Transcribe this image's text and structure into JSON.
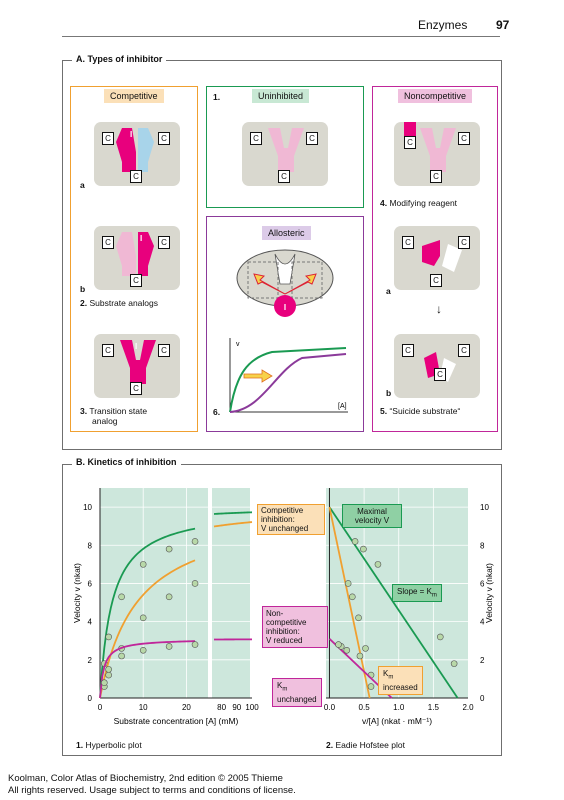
{
  "header": {
    "section": "Enzymes",
    "page": "97"
  },
  "section_a": {
    "title": "A. Types of inhibitor",
    "competitive": {
      "title": "Competitive",
      "a": "a",
      "b": "b",
      "substrate_analogs_num": "2.",
      "substrate_analogs": "Substrate analogs",
      "transition_num": "3.",
      "transition_line1": "Transition state",
      "transition_line2": "analog"
    },
    "uninhibited": {
      "num": "1.",
      "title": "Uninhibited"
    },
    "allosteric": {
      "title": "Allosteric",
      "num": "6.",
      "v": "v",
      "s": "[A]"
    },
    "noncompetitive": {
      "title": "Noncompetitive",
      "modifying_num": "4.",
      "modifying": "Modifying reagent",
      "a": "a",
      "b": "b",
      "suicide_num": "5.",
      "suicide": "“Suicide substrate“"
    },
    "c": "C",
    "i": "I"
  },
  "section_b": {
    "title": "B. Kinetics of inhibition",
    "plot1_num": "1.",
    "plot1_title": "Hyperbolic plot",
    "plot2_num": "2.",
    "plot2_title": "Eadie Hofstee plot",
    "callouts": {
      "competitive": [
        "Competitive",
        "inhibition:",
        "V unchanged"
      ],
      "maximal": [
        "Maximal",
        "velocity V"
      ],
      "slope": "Slope = K",
      "slope_sub": "m",
      "noncompetitive": [
        "Non-",
        "competitive",
        "inhibition:",
        "V reduced"
      ],
      "km_increased_k": "K",
      "km_increased_sub": "m",
      "km_increased": "increased",
      "km_unchanged_k": "K",
      "km_unchanged_sub": "m",
      "km_unchanged": "unchanged"
    }
  },
  "colors": {
    "green": "#1a9a52",
    "orange": "#f0a030",
    "magenta": "#c0269a",
    "teal_bg": "#cde7dc",
    "pink": "#e8007d",
    "lightblue": "#a8d4ea",
    "lightpink": "#f0b8d4"
  },
  "chart_data": [
    {
      "type": "scatter",
      "title": "Hyperbolic plot",
      "xlabel": "Substrate concentration [A] (mM)",
      "ylabel": "Velocity v (nkat)",
      "x_ticks": [
        "0",
        "10",
        "20",
        "80",
        "90",
        "100"
      ],
      "y_ticks": [
        "0",
        "2",
        "4",
        "6",
        "8",
        "10"
      ],
      "ylim": [
        0,
        11
      ],
      "series": [
        {
          "name": "Uninhibited",
          "x": [
            1,
            2,
            5,
            10,
            16,
            22
          ],
          "y": [
            1.8,
            3.2,
            5.3,
            7.0,
            7.8,
            8.2
          ]
        },
        {
          "name": "Competitive inhibition",
          "x": [
            1,
            2,
            5,
            10,
            16,
            22
          ],
          "y": [
            0.6,
            1.2,
            2.6,
            4.2,
            5.3,
            6.0
          ]
        },
        {
          "name": "Noncompetitive inhibition",
          "x": [
            1,
            2,
            5,
            10,
            16,
            22
          ],
          "y": [
            0.8,
            1.5,
            2.2,
            2.5,
            2.7,
            2.8
          ]
        }
      ]
    },
    {
      "type": "scatter",
      "title": "Eadie Hofstee plot",
      "xlabel": "v/[A] (nkat · mM⁻¹)",
      "ylabel": "Velocity v (nkat)",
      "x_ticks": [
        "0.0",
        "0.5",
        "1.0",
        "1.5",
        "2.0"
      ],
      "y_ticks": [
        "0",
        "2",
        "4",
        "6",
        "8",
        "10"
      ],
      "xlim": [
        -0.05,
        2.0
      ],
      "ylim": [
        0,
        11
      ],
      "series": [
        {
          "name": "Uninhibited",
          "x": [
            1.8,
            1.6,
            1.06,
            0.7,
            0.49,
            0.37
          ],
          "y": [
            1.8,
            3.2,
            5.3,
            7.0,
            7.8,
            8.2
          ]
        },
        {
          "name": "Competitive inhibition",
          "x": [
            0.6,
            0.6,
            0.52,
            0.42,
            0.33,
            0.27
          ],
          "y": [
            0.6,
            1.2,
            2.6,
            4.2,
            5.3,
            6.0
          ]
        },
        {
          "name": "Noncompetitive inhibition",
          "x": [
            0.8,
            0.75,
            0.44,
            0.25,
            0.17,
            0.13
          ],
          "y": [
            0.8,
            1.5,
            2.2,
            2.5,
            2.7,
            2.8
          ]
        }
      ]
    }
  ],
  "footer": {
    "line1": "Koolman, Color Atlas of Biochemistry, 2nd edition © 2005 Thieme",
    "line2": "All rights reserved. Usage subject to terms and conditions of license."
  }
}
